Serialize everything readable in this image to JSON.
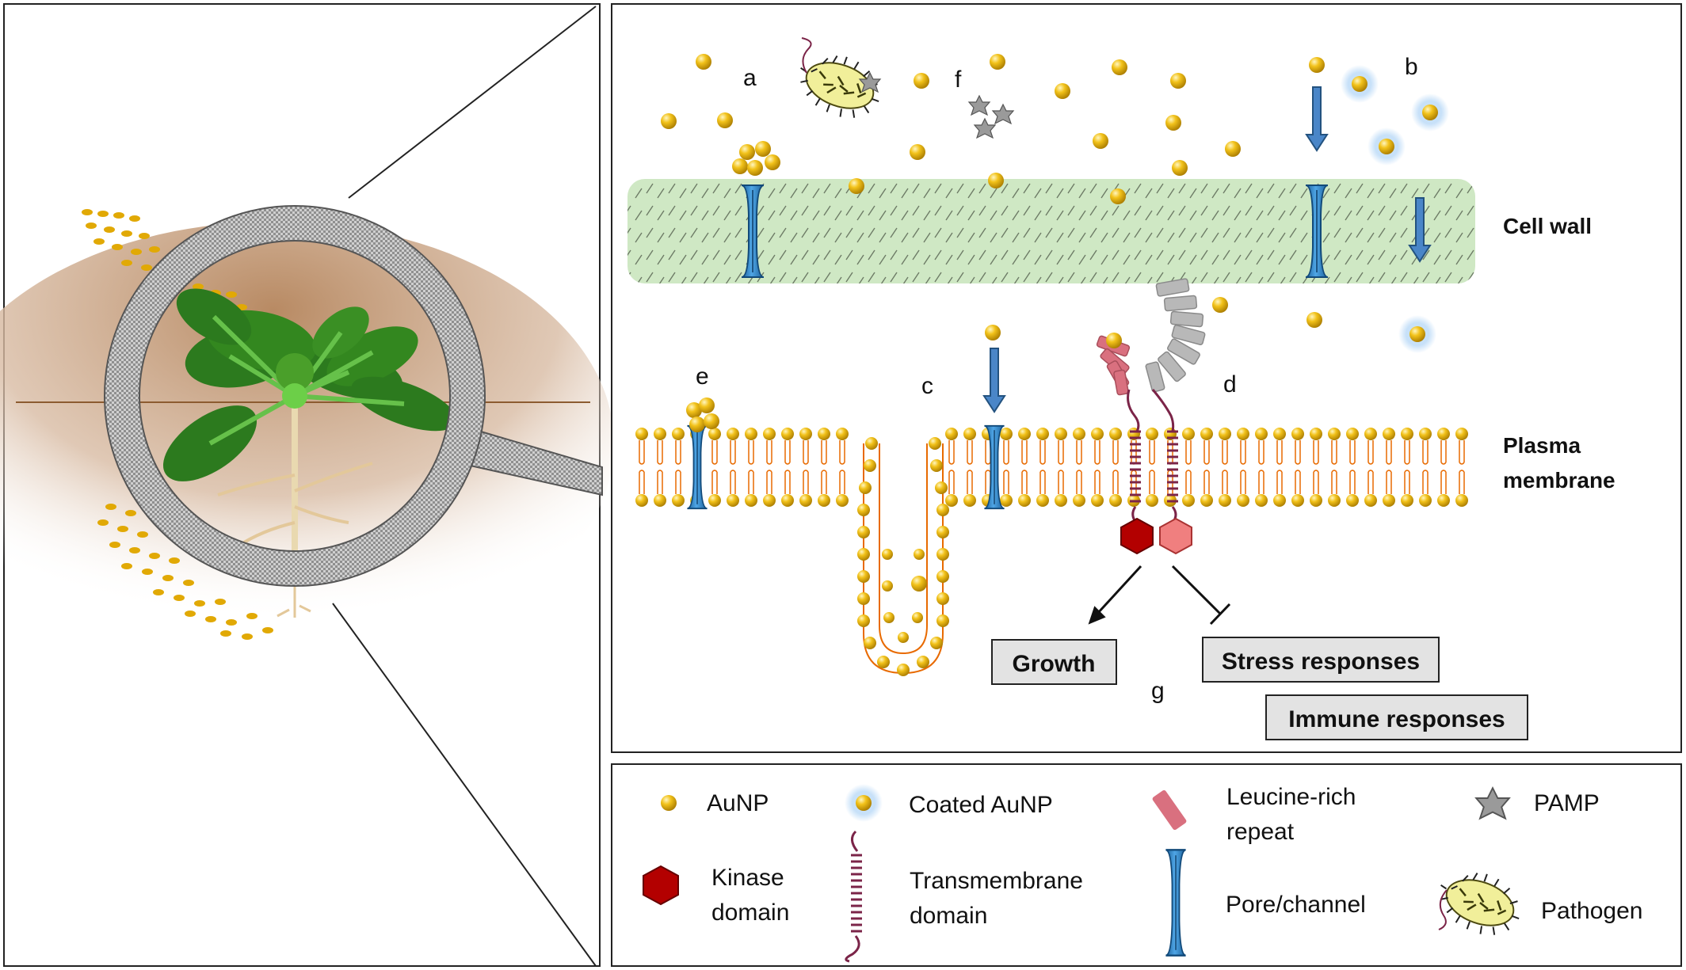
{
  "panel_letters": {
    "a": "a",
    "b": "b",
    "c": "c",
    "d": "d",
    "e": "e",
    "f": "f",
    "g": "g"
  },
  "structures": {
    "cell_wall": "Cell wall",
    "plasma_membrane_line1": "Plasma",
    "plasma_membrane_line2": "membrane"
  },
  "responses": {
    "growth": "Growth",
    "stress": "Stress responses",
    "immune": "Immune responses"
  },
  "legend": {
    "aunp": "AuNP",
    "coated_aunp": "Coated AuNP",
    "lrr_line1": "Leucine-rich",
    "lrr_line2": "repeat",
    "pamp": "PAMP",
    "kinase_line1": "Kinase",
    "kinase_line2": "domain",
    "tm_line1": "Transmembrane",
    "tm_line2": "domain",
    "pore": "Pore/channel",
    "pathogen": "Pathogen"
  },
  "colors": {
    "gold": "#e8b10c",
    "gold_dark": "#a87a00",
    "cell_wall_fill": "#cfe8c4",
    "channel_blue": "#2f86c8",
    "arrow_blue": "#4a86c8",
    "coated_glow": "#b9d9f7",
    "kinase_dark": "#b30000",
    "kinase_light": "#f07f7f",
    "lrr_pink": "#d9707f",
    "lrr_grey": "#b8b8b8",
    "tm_purple": "#7b2448",
    "leaf_green": "#2f7d1f",
    "soil_brown": "#c9a384"
  }
}
